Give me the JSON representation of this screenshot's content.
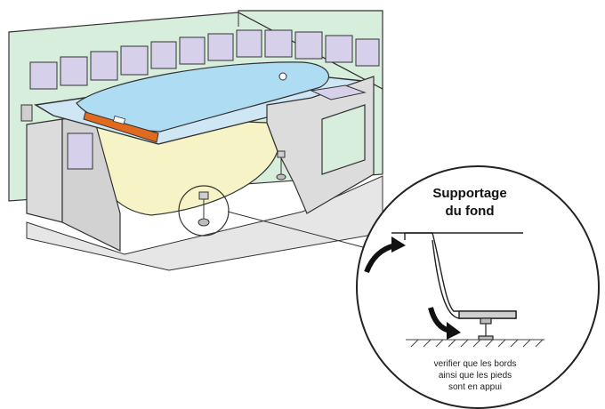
{
  "detail": {
    "title_line1": "Supportage",
    "title_line2": "du fond",
    "note_line1": "verifier que les bords",
    "note_line2": "ainsi que les pieds",
    "note_line3": "sont en appui"
  },
  "colors": {
    "wall": "#d8eedd",
    "floor": "#e6e6e6",
    "tile": "#d6d0ea",
    "tub_rim": "#cfe6f5",
    "tub_inner": "#aedcf2",
    "tub_shell": "#f6f3c6",
    "level": "#e06a1e",
    "panel": "#dcdcdc",
    "outline": "#333333"
  },
  "icons": [
    "spirit-level-icon",
    "adjustable-foot-icon",
    "curved-arrow-icon"
  ]
}
